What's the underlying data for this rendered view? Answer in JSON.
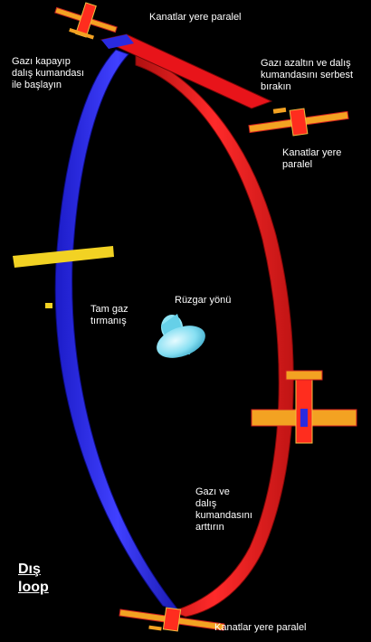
{
  "title": {
    "line1": "Dış",
    "line2": "loop"
  },
  "labels": {
    "top_wings_level": "Kanatlar yere  paralel",
    "start_line1": "Gazı kapayıp",
    "start_line2": "dalış kumandası",
    "start_line3": "ile başlayın",
    "ease_line1": "Gazı azaltın ve dalış",
    "ease_line2": "kumandasını serbest",
    "ease_line3": "bırakın",
    "right_wings_level_line1": "Kanatlar yere",
    "right_wings_level_line2": "paralel",
    "full_throttle_line1": "Tam gaz",
    "full_throttle_line2": "tırmanış",
    "wind_direction": "Rüzgar yönü",
    "increase_line1": "Gazı ve",
    "increase_line2": "dalış",
    "increase_line3": "kumandasını",
    "increase_line4": "arttırın",
    "bottom_wings_level": "Kanatlar yere paralel"
  },
  "colors": {
    "background": "#000000",
    "loop_blue": "#2b2bf0",
    "loop_red": "#ee1b1b",
    "airplane": "#f0a020",
    "wind_cone": "#7fe0f0"
  }
}
